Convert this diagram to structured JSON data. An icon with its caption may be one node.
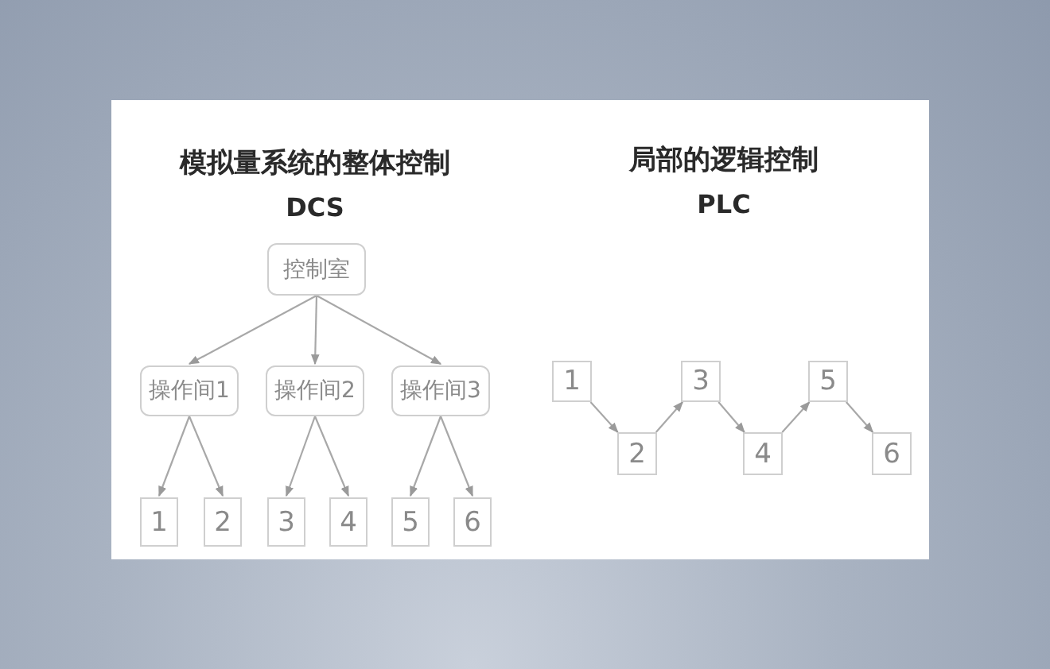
{
  "diagram": {
    "nodes": [
      {
        "text": [
          "控制室"
        ]
      },
      {
        "text": [
          "操作间1"
        ]
      },
      {
        "text": [
          "操作间2"
        ]
      },
      {
        "text": [
          "操作间3"
        ]
      },
      {
        "text": [
          "1"
        ]
      },
      {
        "text": [
          "2"
        ]
      },
      {
        "text": [
          "3"
        ]
      },
      {
        "text": [
          "4"
        ]
      },
      {
        "text": [
          "5"
        ]
      },
      {
        "text": [
          "6"
        ]
      },
      {
        "text": [
          "1"
        ]
      },
      {
        "text": [
          "2"
        ]
      },
      {
        "text": [
          "3"
        ]
      },
      {
        "text": [
          "4"
        ]
      },
      {
        "text": [
          "5"
        ]
      },
      {
        "text": [
          "6"
        ]
      }
    ],
    "edges": [
      {
        "from": 0,
        "to": 1,
        "arrow": "to"
      },
      {
        "from": 0,
        "to": 2,
        "arrow": "to"
      },
      {
        "from": 0,
        "to": 3,
        "arrow": "to"
      },
      {
        "from": 1,
        "to": 4,
        "arrow": "to"
      },
      {
        "from": 1,
        "to": 5,
        "arrow": "to"
      },
      {
        "from": 2,
        "to": 6,
        "arrow": "to"
      },
      {
        "from": 2,
        "to": 7,
        "arrow": "to"
      },
      {
        "from": 3,
        "to": 8,
        "arrow": "to"
      },
      {
        "from": 3,
        "to": 9,
        "arrow": "to"
      },
      {
        "from": 10,
        "to": 11,
        "arrow": "to"
      },
      {
        "from": 11,
        "to": 12,
        "arrow": "to"
      },
      {
        "from": 12,
        "to": 13,
        "arrow": "to"
      },
      {
        "from": 13,
        "to": 14,
        "arrow": "to"
      },
      {
        "from": 14,
        "to": 15,
        "arrow": "to"
      }
    ],
    "labels": [
      "模拟量系统的整体控制",
      "DCS",
      "局部的逻辑控制",
      "PLC"
    ]
  }
}
